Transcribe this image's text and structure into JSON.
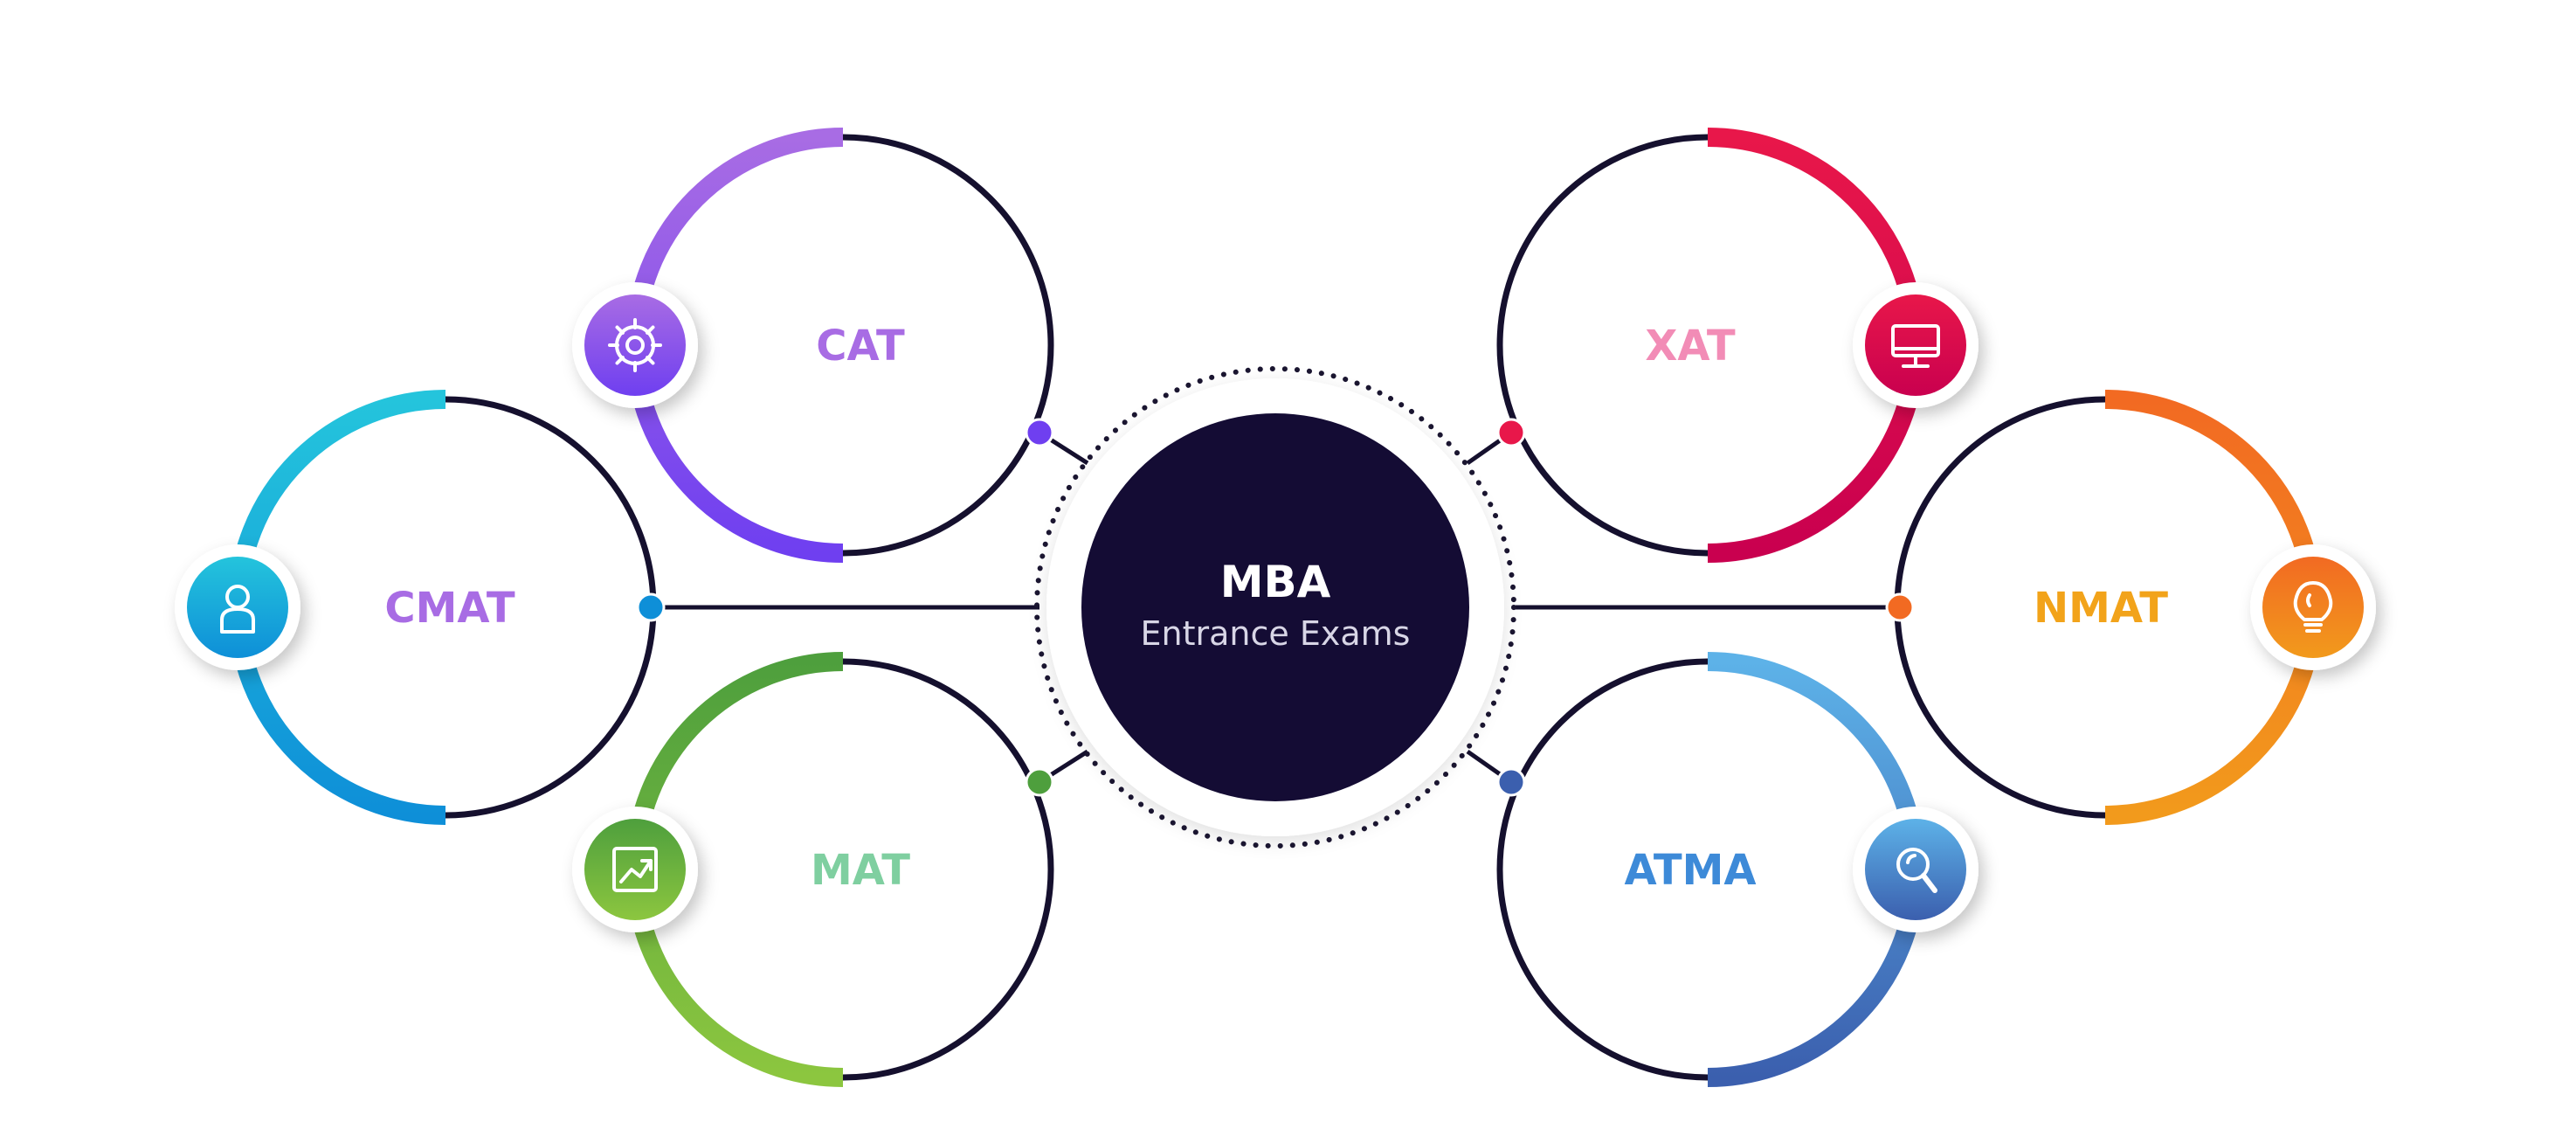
{
  "hub": {
    "title": "MBA",
    "subtitle": "Entrance Exams"
  },
  "exams": [
    {
      "id": "cat",
      "label": "CAT",
      "icon": "gear-icon",
      "text_color": "#A86CE4",
      "grad_from": "#6F3FF0",
      "grad_to": "#A86CE4"
    },
    {
      "id": "cmat",
      "label": "CMAT",
      "icon": "person-icon",
      "text_color": "#A86CE4",
      "grad_from": "#0E8FD8",
      "grad_to": "#24C4DC"
    },
    {
      "id": "mat",
      "label": "MAT",
      "icon": "chart-icon",
      "text_color": "#7FCFA0",
      "grad_from": "#4E9F3D",
      "grad_to": "#8CC63F"
    },
    {
      "id": "xat",
      "label": "XAT",
      "icon": "monitor-icon",
      "text_color": "#F28CB6",
      "grad_from": "#E8174A",
      "grad_to": "#C9004F"
    },
    {
      "id": "nmat",
      "label": "NMAT",
      "icon": "lightbulb-icon",
      "text_color": "#F2A31A",
      "grad_from": "#F26A22",
      "grad_to": "#F29A1C"
    },
    {
      "id": "atma",
      "label": "ATMA",
      "icon": "magnifier-icon",
      "text_color": "#3D8AD8",
      "grad_from": "#3B5FAE",
      "grad_to": "#5DB2E8"
    }
  ],
  "colors": {
    "navy": "#140C34",
    "ring_dark": "#15102E",
    "dot_ring": "#1A1530"
  }
}
